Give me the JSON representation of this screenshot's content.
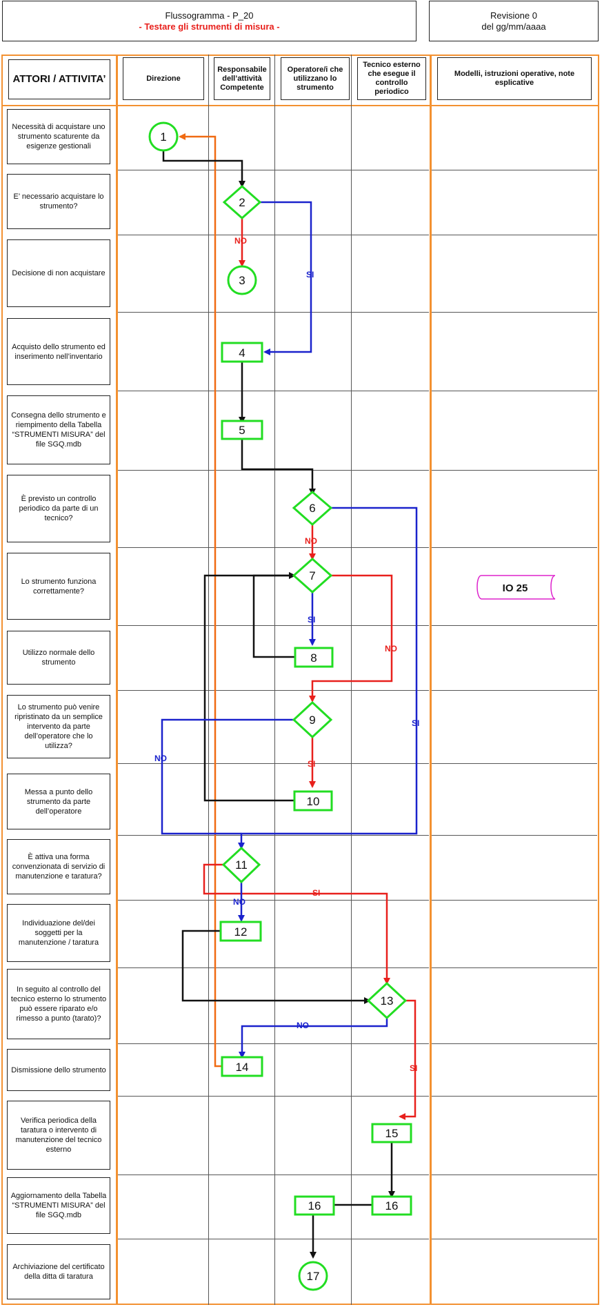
{
  "header": {
    "title": "Flussogramma - P_20",
    "subtitle": "- Testare gli strumenti di misura -",
    "revision": "Revisione 0",
    "revision_date": "del gg/mm/aaaa"
  },
  "columns": {
    "actors": "ATTORI / ATTIVITA’",
    "direzione": "Direzione",
    "responsabile": "Responsabile dell’attività Competente",
    "operatore": "Operatore/i che utilizzano lo strumento",
    "tecnico": "Tecnico esterno che esegue il controllo periodico",
    "modelli": "Modelli, istruzioni operative, note esplicative"
  },
  "activities": [
    "Necessità di acquistare uno strumento scaturente da esigenze gestionali",
    "E’ necessario acquistare lo strumento?",
    "Decisione di non acquistare",
    "Acquisto dello strumento ed inserimento nell’inventario",
    "Consegna dello strumento e riempimento della Tabella “STRUMENTI MISURA” del file SGQ.mdb",
    "È previsto un controllo periodico da parte di un tecnico?",
    "Lo strumento funziona correttamente?",
    "Utilizzo normale dello strumento",
    "Lo strumento può venire ripristinato da un semplice intervento da parte dell’operatore che lo utilizza?",
    "Messa a punto dello strumento da parte dell’operatore",
    "È attiva una forma convenzionata di servizio di manutenzione e taratura?",
    "Individuazione del/dei soggetti per la manutenzione / taratura",
    "In seguito al controllo del tecnico esterno lo strumento può essere riparato e/o rimesso a punto (tarato)?",
    "Dismissione dello strumento",
    "Verifica periodica della taratura o intervento di manutenzione del tecnico esterno",
    "Aggiornamento della Tabella “STRUMENTI MISURA” del file SGQ.mdb",
    "Archiviazione del certificato della ditta di taratura"
  ],
  "nodes": {
    "n1": "1",
    "n2": "2",
    "n3": "3",
    "n4": "4",
    "n5": "5",
    "n6": "6",
    "n7": "7",
    "n8": "8",
    "n9": "9",
    "n10": "10",
    "n11": "11",
    "n12": "12",
    "n13": "13",
    "n14": "14",
    "n15": "15",
    "n16a": "16",
    "n16b": "16",
    "n17": "17"
  },
  "edge_labels": {
    "no": "NO",
    "si": "SI"
  },
  "note": "IO 25",
  "colors": {
    "frame": "#f39131",
    "node_green": "#22dd22",
    "arrow_black": "#111111",
    "arrow_red": "#e8201c",
    "arrow_blue": "#1a22cc",
    "arrow_orange": "#f06a12",
    "note_border": "#dd22cc",
    "subtitle": "#e8201c"
  }
}
